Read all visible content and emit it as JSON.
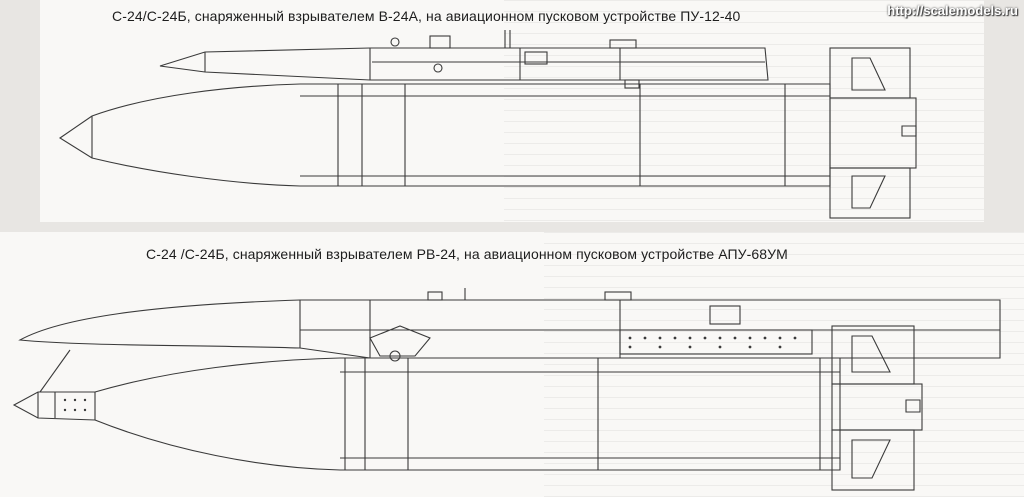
{
  "diagram": {
    "top": {
      "caption": "С-24/С-24Б, снаряженный взрывателем В-24А, на  авиационном пусковом устройстве ПУ-12-40"
    },
    "bottom": {
      "caption": "С-24 /С-24Б, снаряженный взрывателем РВ-24, на авиационном пусковом устройстве АПУ-68УМ"
    }
  },
  "watermark": "http://scalemodels.ru",
  "colors": {
    "line": "#3a3a3a",
    "paper": "#f9f8f6",
    "background": "#e8e6e3"
  }
}
